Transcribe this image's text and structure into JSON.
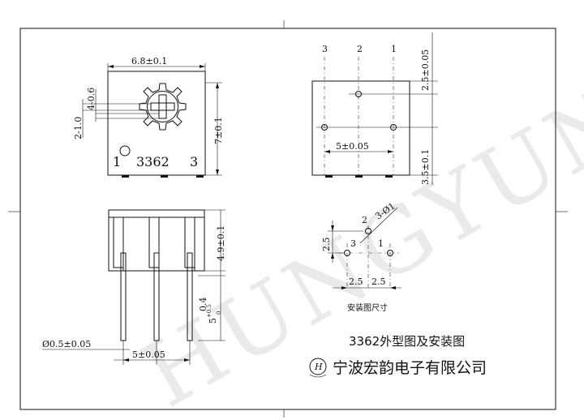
{
  "watermark": "HUNGYUN",
  "front_view": {
    "width_dim": "6.8±0.1",
    "hole_dim": "4-0.6",
    "slot_dim": "2-1.0",
    "height_dim": "7±0.1",
    "model_label": "3362",
    "pin_left_label": "1",
    "pin_right_label": "3"
  },
  "side_view": {
    "pin_labels": [
      "3",
      "2",
      "1"
    ],
    "pitch_dim": "5±0.05",
    "top_dim": "2.5±0.05",
    "bottom_dim": "3.5±0.1"
  },
  "bottom_view": {
    "body_height_dim": "4.9±0.1",
    "standoff_dim": "0.4",
    "lead_length_dim": "5",
    "lead_length_tol": "+0.5",
    "lead_length_tol_low": "0",
    "pin_dia_dim": "Ø0.5±0.05",
    "pin_pitch_dim": "5±0.05"
  },
  "mount_view": {
    "hole_dim": "3-Ø1",
    "pin_labels": [
      "2",
      "3",
      "1"
    ],
    "vertical_dim": "2.5",
    "pitch_left": "2.5",
    "pitch_right": "2.5",
    "caption": "安装图尺寸"
  },
  "title_block": {
    "drawing_title": "3362外型图及安装图",
    "logo_letter": "H",
    "company": "宁波宏韵电子有限公司"
  }
}
